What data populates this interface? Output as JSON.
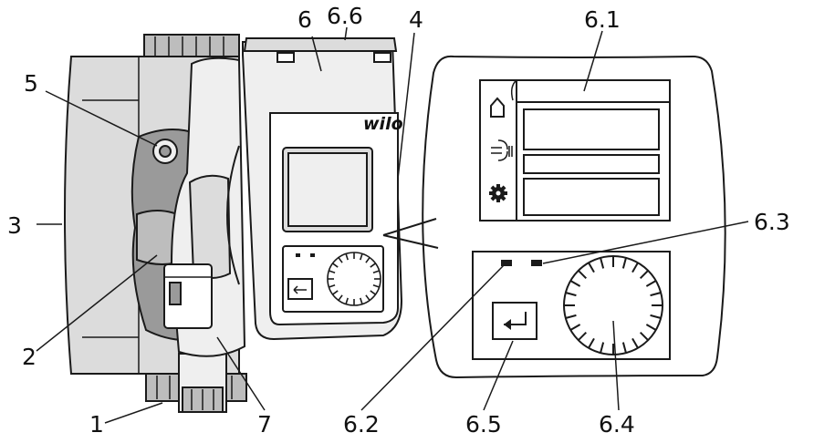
{
  "brand": "wilo",
  "labels": {
    "l1": "1",
    "l2": "2",
    "l3": "3",
    "l4": "4",
    "l5": "5",
    "l6": "6",
    "l6_1": "6.1",
    "l6_2": "6.2",
    "l6_3": "6.3",
    "l6_4": "6.4",
    "l6_5": "6.5",
    "l6_6": "6.6",
    "l7": "7"
  },
  "icons": {
    "home": "home-icon",
    "circulation": "circulation-icon",
    "settings": "gear-icon",
    "back": "back-arrow-icon"
  }
}
